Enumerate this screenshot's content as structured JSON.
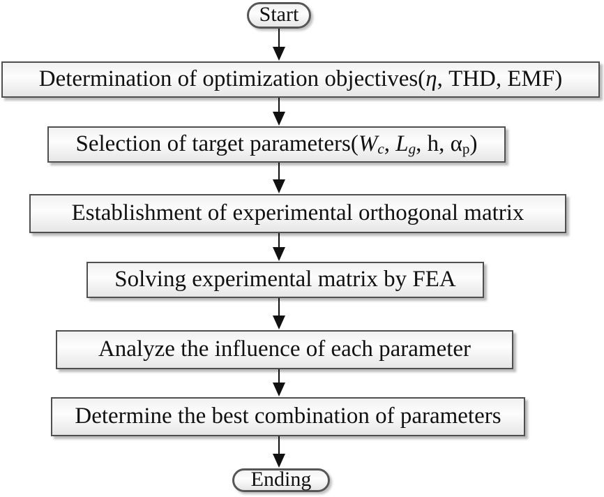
{
  "diagram": {
    "type": "flowchart",
    "direction": "top-down",
    "colors": {
      "background": "#ffffff",
      "node_border": "#4f4f4f",
      "node_fill_top": "#f1f1f1",
      "node_fill_mid": "#fdfdfd",
      "node_fill_bottom": "#e6e6e6",
      "shadow": "#828282",
      "text": "#111111",
      "arrow": "#111111"
    },
    "nodes": [
      {
        "id": "start",
        "type": "terminal",
        "label": "Start"
      },
      {
        "id": "step1",
        "type": "process",
        "segments": [
          {
            "t": "Determination of optimization objectives("
          },
          {
            "t": "η",
            "i": true
          },
          {
            "t": ", THD, EMF)"
          }
        ]
      },
      {
        "id": "step2",
        "type": "process",
        "segments": [
          {
            "t": "Selection of target parameters("
          },
          {
            "t": "W",
            "i": true
          },
          {
            "t": "c",
            "i": true,
            "sub": true
          },
          {
            "t": ", "
          },
          {
            "t": "L",
            "i": true
          },
          {
            "t": "g",
            "i": true,
            "sub": true
          },
          {
            "t": ", h, α"
          },
          {
            "t": "p",
            "sub": true
          },
          {
            "t": ")"
          }
        ]
      },
      {
        "id": "step3",
        "type": "process",
        "segments": [
          {
            "t": "Establishment of experimental orthogonal matrix"
          }
        ]
      },
      {
        "id": "step4",
        "type": "process",
        "segments": [
          {
            "t": "Solving experimental matrix by FEA"
          }
        ]
      },
      {
        "id": "step5",
        "type": "process",
        "segments": [
          {
            "t": "Analyze the influence of each parameter"
          }
        ]
      },
      {
        "id": "step6",
        "type": "process",
        "segments": [
          {
            "t": "Determine the best combination of parameters"
          }
        ]
      },
      {
        "id": "end",
        "type": "terminal",
        "label": "Ending"
      }
    ],
    "edges": [
      {
        "from": "start",
        "to": "step1"
      },
      {
        "from": "step1",
        "to": "step2"
      },
      {
        "from": "step2",
        "to": "step3"
      },
      {
        "from": "step3",
        "to": "step4"
      },
      {
        "from": "step4",
        "to": "step5"
      },
      {
        "from": "step5",
        "to": "step6"
      },
      {
        "from": "step6",
        "to": "end"
      }
    ]
  }
}
